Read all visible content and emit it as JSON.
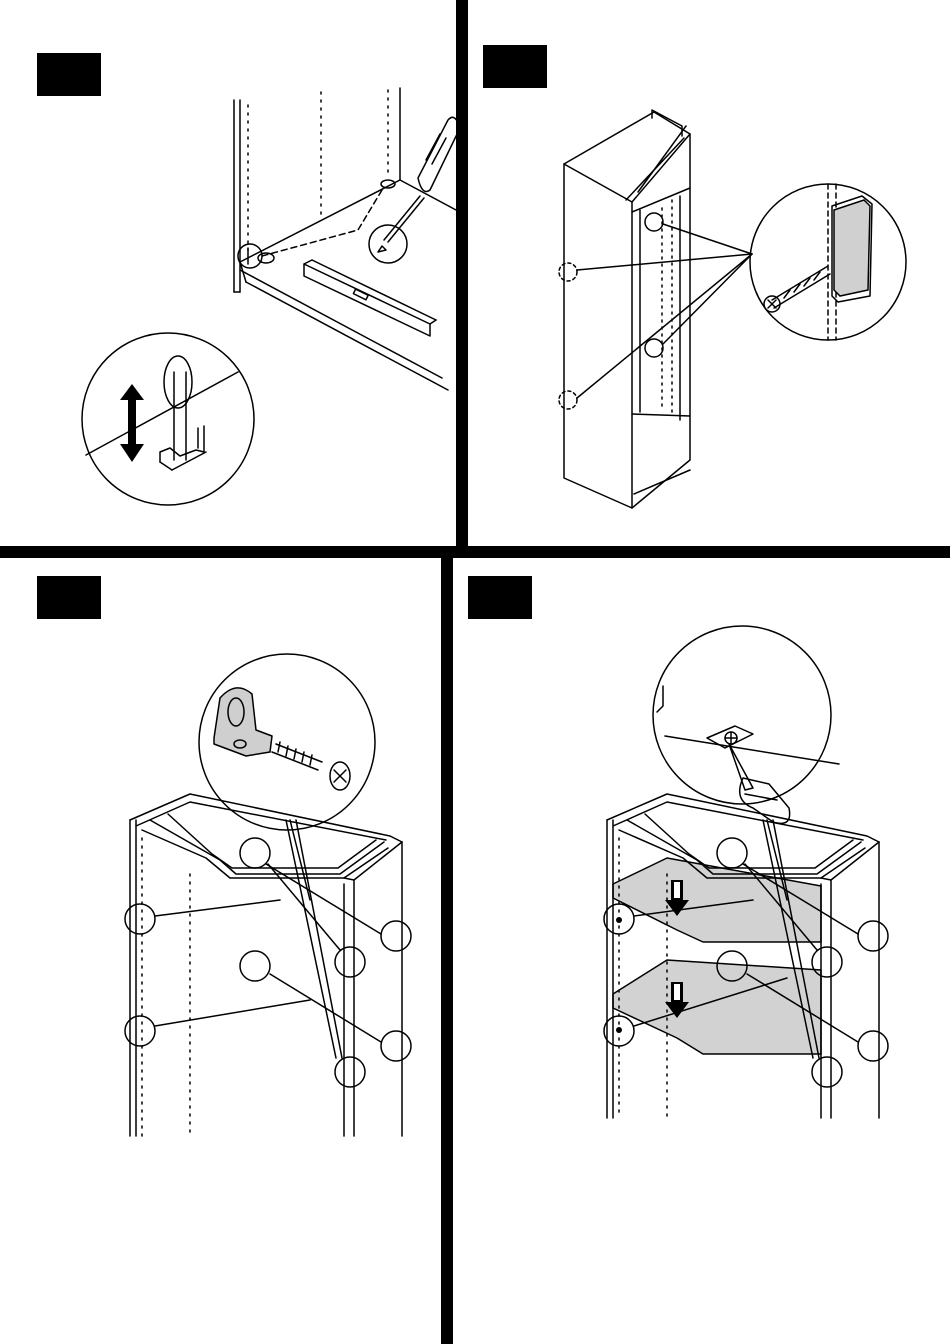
{
  "document": {
    "type": "assembly-instructions",
    "colors": {
      "ink": "#000000",
      "paper": "#ffffff",
      "shelf_fill": "#d2d2d2",
      "bracket_fill": "#cfcfcf"
    }
  },
  "steps": [
    {
      "number": "",
      "illustration": "level-adjust-feet"
    },
    {
      "number": "",
      "illustration": "wall-fix-screws"
    },
    {
      "number": "",
      "illustration": "shelf-bracket-screws"
    },
    {
      "number": "",
      "illustration": "insert-shelves"
    }
  ]
}
